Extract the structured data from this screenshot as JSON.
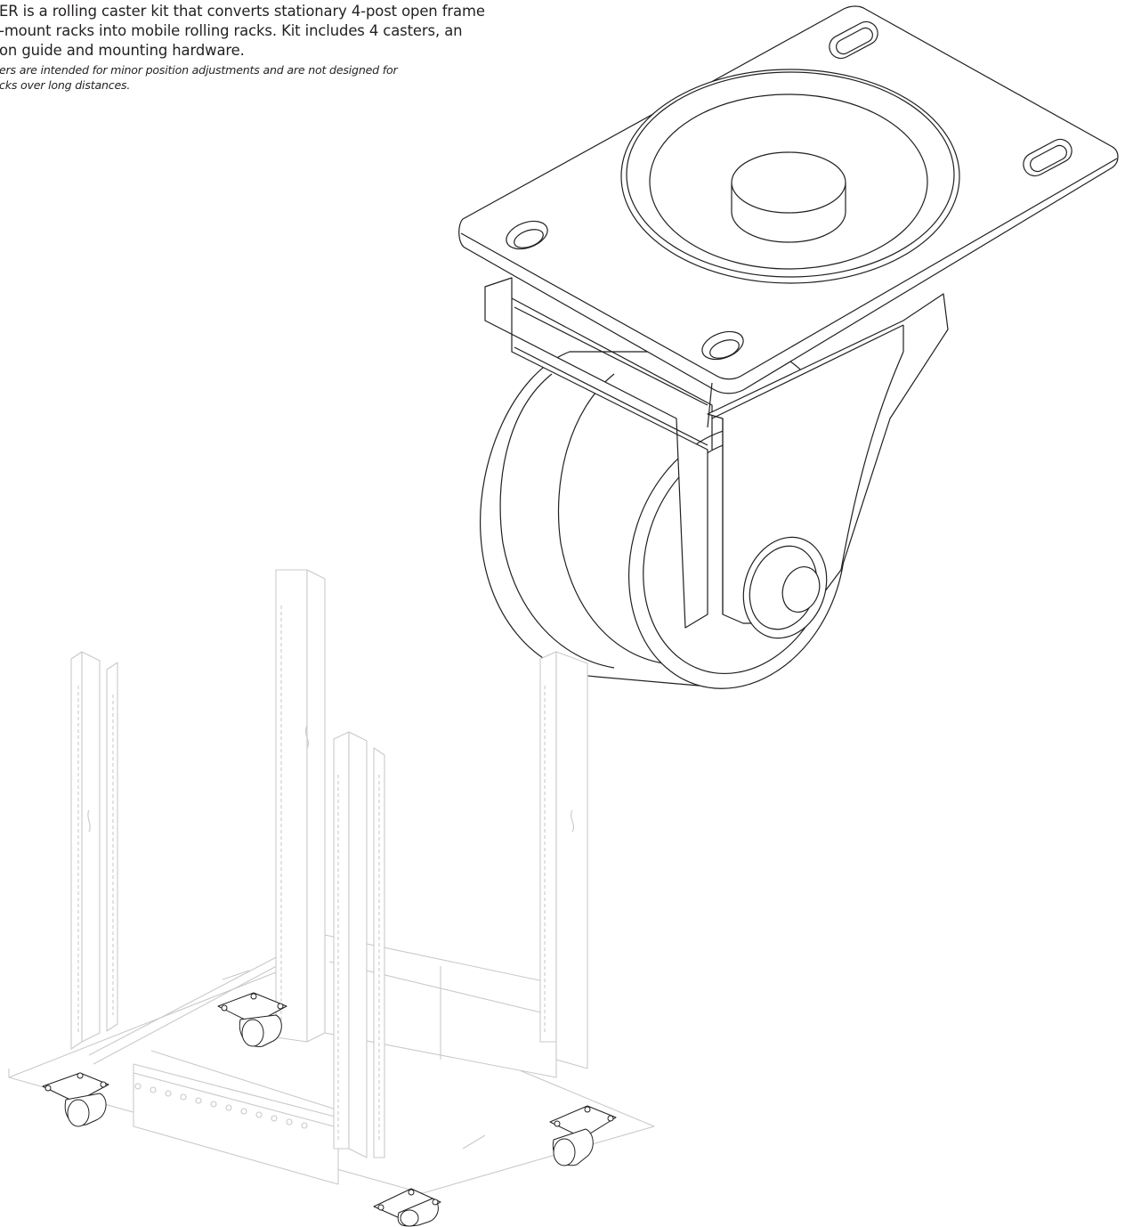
{
  "description": {
    "line1": "ER is a rolling caster kit that converts stationary 4-post open frame",
    "line2": "-mount racks into mobile rolling racks. Kit includes 4 casters, an",
    "line3": "on guide and mounting hardware."
  },
  "note": {
    "line1": "ers are intended for minor position adjustments and are not designed for",
    "line2": "cks over long distances."
  },
  "colors": {
    "ink": "#231f20",
    "rack": "#c9c9c9"
  }
}
